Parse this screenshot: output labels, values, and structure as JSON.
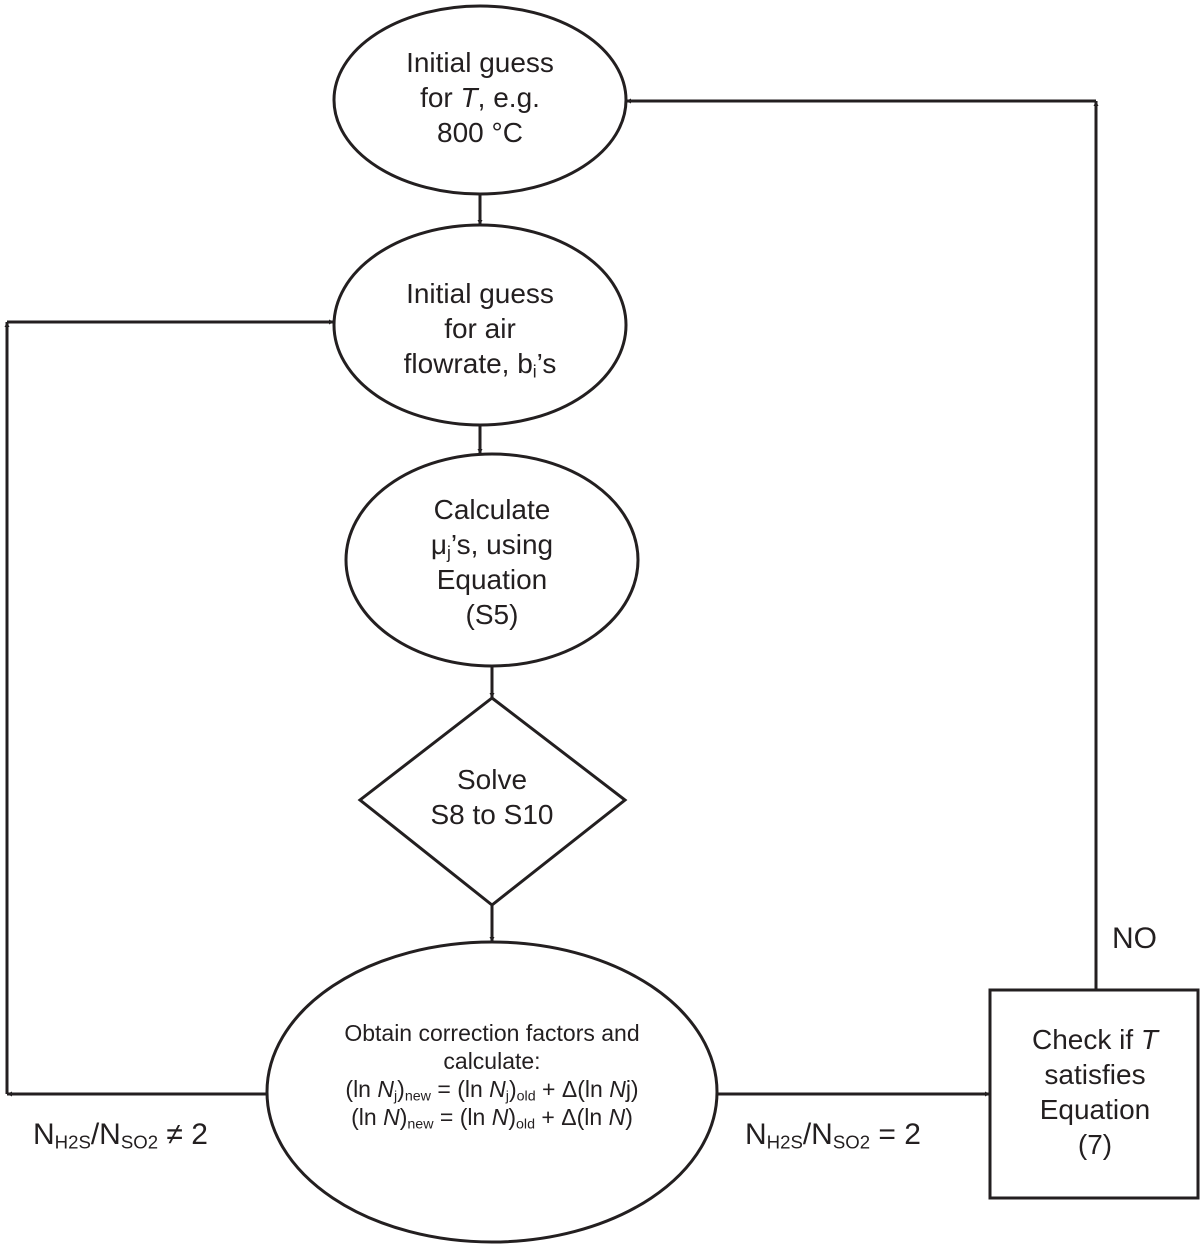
{
  "nodes": {
    "initial_temp": {
      "l1": "Initial guess",
      "l2a": "for ",
      "l2b": "T",
      "l2c": ", e.g.",
      "l3": "800 °C"
    },
    "initial_air": {
      "l1": "Initial guess",
      "l2": "for air",
      "l3a": "flowrate, b",
      "l3b": "i",
      "l3c": "’s"
    },
    "calc_mu": {
      "l1": "Calculate",
      "l2a": "μ",
      "l2b": "j",
      "l2c": "’s, using",
      "l3": "Equation",
      "l4": "(S5)"
    },
    "solve": {
      "l1": "Solve",
      "l2": "S8 to S10"
    },
    "correction": {
      "l1": "Obtain correction factors and",
      "l2": "calculate:",
      "eq1": {
        "p1": "(ln ",
        "p2": "N",
        "p3": "j",
        "p4": ")",
        "p5": "new",
        "p6": " = (ln ",
        "p7": "N",
        "p8": "j",
        "p9": ")",
        "p10": "old",
        "p11": " + Δ(ln ",
        "p12": "N",
        "p13": "j)"
      },
      "eq2": {
        "p1": "(ln ",
        "p2": "N",
        "p3": ")",
        "p4": "new",
        "p5": " = (ln ",
        "p6": "N",
        "p7": ")",
        "p8": "old",
        "p9": " + Δ(ln ",
        "p10": "N",
        "p11": ")"
      }
    },
    "check_t": {
      "l1a": "Check if ",
      "l1b": "T",
      "l2": "satisfies",
      "l3": "Equation",
      "l4": "(7)"
    }
  },
  "edges": {
    "ratio_ne": {
      "n1": "N",
      "s1": "H2S",
      "slash": "/N",
      "s2": "SO2",
      "rel": " ≠ 2"
    },
    "ratio_eq": {
      "n1": "N",
      "s1": "H2S",
      "slash": "/N",
      "s2": "SO2",
      "rel": " = 2"
    },
    "no": "NO"
  },
  "colors": {
    "stroke": "#231f20",
    "fill": "#ffffff"
  }
}
